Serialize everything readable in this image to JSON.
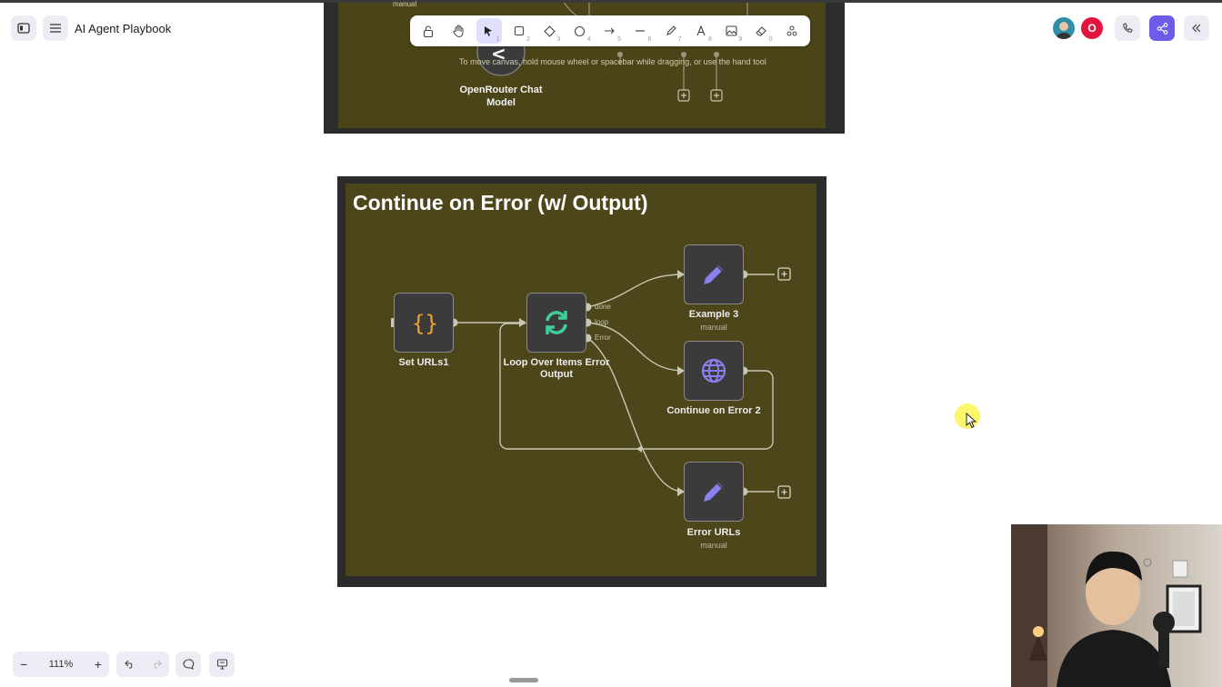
{
  "app": {
    "title": "AI Agent Playbook"
  },
  "toolbar": {
    "hint": "To move canvas, hold mouse wheel or spacebar while dragging, or use the hand tool",
    "tools": [
      {
        "name": "lock",
        "key": ""
      },
      {
        "name": "hand",
        "key": ""
      },
      {
        "name": "selection",
        "key": "1"
      },
      {
        "name": "rectangle",
        "key": "2"
      },
      {
        "name": "diamond",
        "key": "3"
      },
      {
        "name": "ellipse",
        "key": "4"
      },
      {
        "name": "arrow",
        "key": "5"
      },
      {
        "name": "line",
        "key": "6"
      },
      {
        "name": "draw",
        "key": "7"
      },
      {
        "name": "text",
        "key": "8"
      },
      {
        "name": "image",
        "key": "9"
      },
      {
        "name": "eraser",
        "key": "0"
      },
      {
        "name": "extra-tools",
        "key": ""
      }
    ]
  },
  "header_right": {
    "avatar_initial": "O"
  },
  "top_frame": {
    "node_label": "OpenRouter Chat Model",
    "partial_text": "manual"
  },
  "frame": {
    "title": "Continue on Error (w/ Output)"
  },
  "nodes": {
    "set_urls": {
      "label": "Set URLs1"
    },
    "loop": {
      "label": "Loop Over Items Error Output"
    },
    "example3": {
      "label": "Example 3",
      "sub": "manual"
    },
    "continue2": {
      "label": "Continue on Error 2"
    },
    "error_urls": {
      "label": "Error URLs",
      "sub": "manual"
    }
  },
  "ports": {
    "done": "done",
    "loop": "loop",
    "error": "Error"
  },
  "zoom": {
    "level": "111%",
    "minus": "−",
    "plus": "+"
  },
  "colors": {
    "frame_bg": "#4c461a",
    "accent_purple": "#6c5ce7",
    "icon_orange": "#f0a030",
    "icon_green": "#3fcf9a",
    "icon_violet": "#8b80f0",
    "avatar_red": "#e2143c"
  }
}
